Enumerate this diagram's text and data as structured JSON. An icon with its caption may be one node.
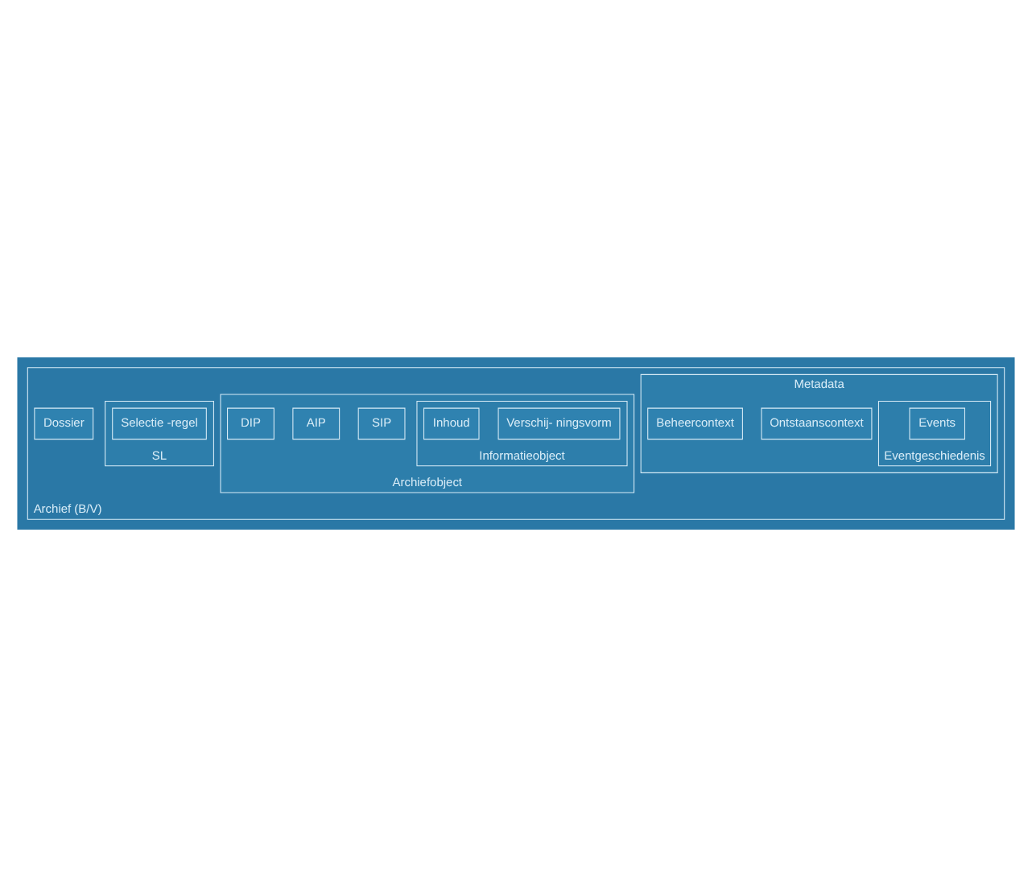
{
  "diagram": {
    "nodes": [
      {
        "text": [
          "Archief (B/V)"
        ]
      },
      {
        "text": [
          "Metadata"
        ],
        "in": 0
      },
      {
        "text": [
          "Ontstaanscontext"
        ],
        "in": 1
      },
      {
        "text": [
          "Archiefobject"
        ],
        "in": 0
      },
      {
        "text": [
          "Informatieobject"
        ],
        "in": 3
      },
      {
        "text": [
          "Verschij- ningsvorm"
        ],
        "in": 4
      },
      {
        "text": [
          "Inhoud"
        ],
        "in": 4
      },
      {
        "text": [
          "Dossier"
        ],
        "in": 0
      },
      {
        "text": [
          "SIP"
        ],
        "in": 3
      },
      {
        "text": [
          "AIP"
        ],
        "in": 3
      },
      {
        "text": [
          "DIP"
        ],
        "in": 3
      },
      {
        "text": [
          "SL"
        ],
        "in": 0
      },
      {
        "text": [
          "Selectie -regel"
        ],
        "in": 11
      },
      {
        "text": [
          "Eventgeschiedenis"
        ],
        "in": 1
      },
      {
        "text": [
          "Events"
        ],
        "in": 13
      },
      {
        "text": [
          "Beheercontext"
        ],
        "in": 1
      }
    ]
  }
}
